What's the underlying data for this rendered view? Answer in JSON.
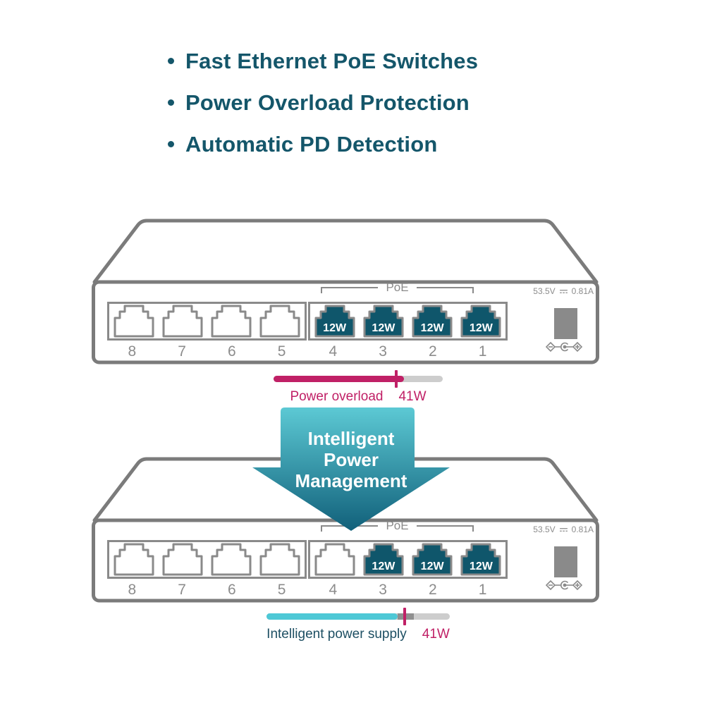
{
  "features": [
    "Fast Ethernet PoE Switches",
    "Power Overload Protection",
    "Automatic PD Detection"
  ],
  "switch_top": {
    "poe_group_label": "PoE",
    "voltage": "53.5V",
    "current": "0.81A",
    "ports": [
      {
        "number": "8",
        "poe": false,
        "wattage": ""
      },
      {
        "number": "7",
        "poe": false,
        "wattage": ""
      },
      {
        "number": "6",
        "poe": false,
        "wattage": ""
      },
      {
        "number": "5",
        "poe": false,
        "wattage": ""
      },
      {
        "number": "4",
        "poe": true,
        "wattage": "12W"
      },
      {
        "number": "3",
        "poe": true,
        "wattage": "12W"
      },
      {
        "number": "2",
        "poe": true,
        "wattage": "12W"
      },
      {
        "number": "1",
        "poe": true,
        "wattage": "12W"
      }
    ]
  },
  "overload_bar": {
    "label": "Power overload",
    "value": "41W",
    "fill_percent": 77,
    "marker_percent": 72.5
  },
  "arrow": {
    "line1": "Intelligent",
    "line2": "Power",
    "line3": "Management"
  },
  "switch_bottom": {
    "poe_group_label": "PoE",
    "voltage": "53.5V",
    "current": "0.81A",
    "ports": [
      {
        "number": "8",
        "poe": false,
        "wattage": ""
      },
      {
        "number": "7",
        "poe": false,
        "wattage": ""
      },
      {
        "number": "6",
        "poe": false,
        "wattage": ""
      },
      {
        "number": "5",
        "poe": false,
        "wattage": ""
      },
      {
        "number": "4",
        "poe": false,
        "wattage": ""
      },
      {
        "number": "3",
        "poe": true,
        "wattage": "12W"
      },
      {
        "number": "2",
        "poe": true,
        "wattage": "12W"
      },
      {
        "number": "1",
        "poe": true,
        "wattage": "12W"
      }
    ]
  },
  "supply_bar": {
    "label": "Intelligent power supply",
    "value": "41W",
    "fill_percent": 71.5,
    "buffer_start_percent": 71.5,
    "buffer_width_percent": 9,
    "marker_percent": 75.5
  },
  "colors": {
    "teal_text": "#14566a",
    "chassis_gray": "#7b7b7b",
    "outline_gray": "#8a8a8a",
    "label_gray": "#8c8c8c",
    "port_fill": "#0f566b",
    "magenta": "#c02066",
    "cyan": "#4ec8d6",
    "track_gray": "#cdcdcd",
    "buffer_gray": "#8f8f8f",
    "supply_label": "#1d4f63",
    "arrow_top": "#5cc9d4",
    "arrow_bottom": "#11607a"
  }
}
